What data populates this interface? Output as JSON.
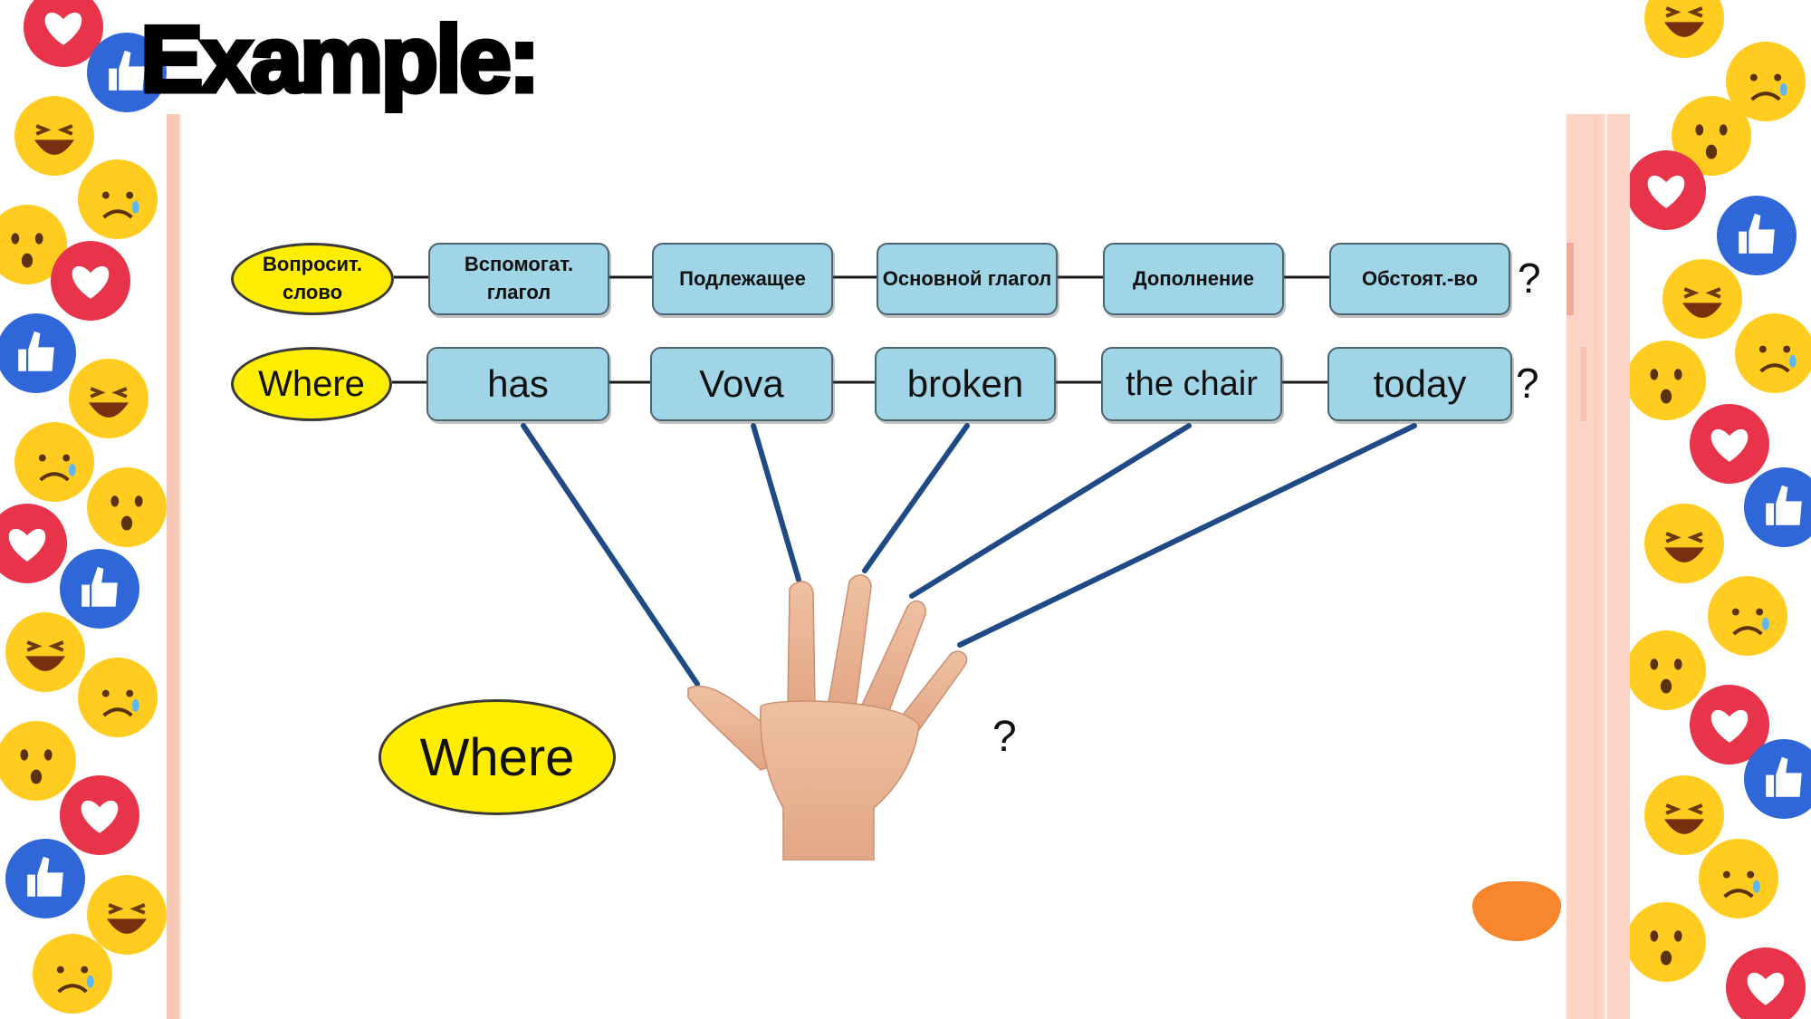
{
  "slide": {
    "title": "Example:"
  },
  "row1": {
    "question_word": "Вопросит. слово",
    "boxes": [
      "Вспомогат. глагол",
      "Подлежащее",
      "Основной глагол",
      "Дополнение",
      "Обстоят.-во"
    ],
    "end_mark": "?"
  },
  "row2": {
    "question_word": "Where",
    "boxes": [
      "has",
      "Vova",
      "broken",
      "the chair",
      "today"
    ],
    "end_mark": "?"
  },
  "bottom": {
    "question_word": "Where",
    "question_mark": "?"
  },
  "colors": {
    "oval_fill": "#ffee00",
    "box_fill": "#9fd5e6",
    "connector_line": "#1f4a86",
    "side_stripe": "#f6c8b8",
    "accent_blob": "#f7862c"
  },
  "decorations": {
    "side_border_icons": [
      "heart-reaction-icon",
      "like-reaction-icon",
      "laughing-emoji-icon",
      "sad-emoji-icon",
      "surprised-emoji-icon"
    ],
    "hand_image": "open-hand-five-fingers"
  }
}
